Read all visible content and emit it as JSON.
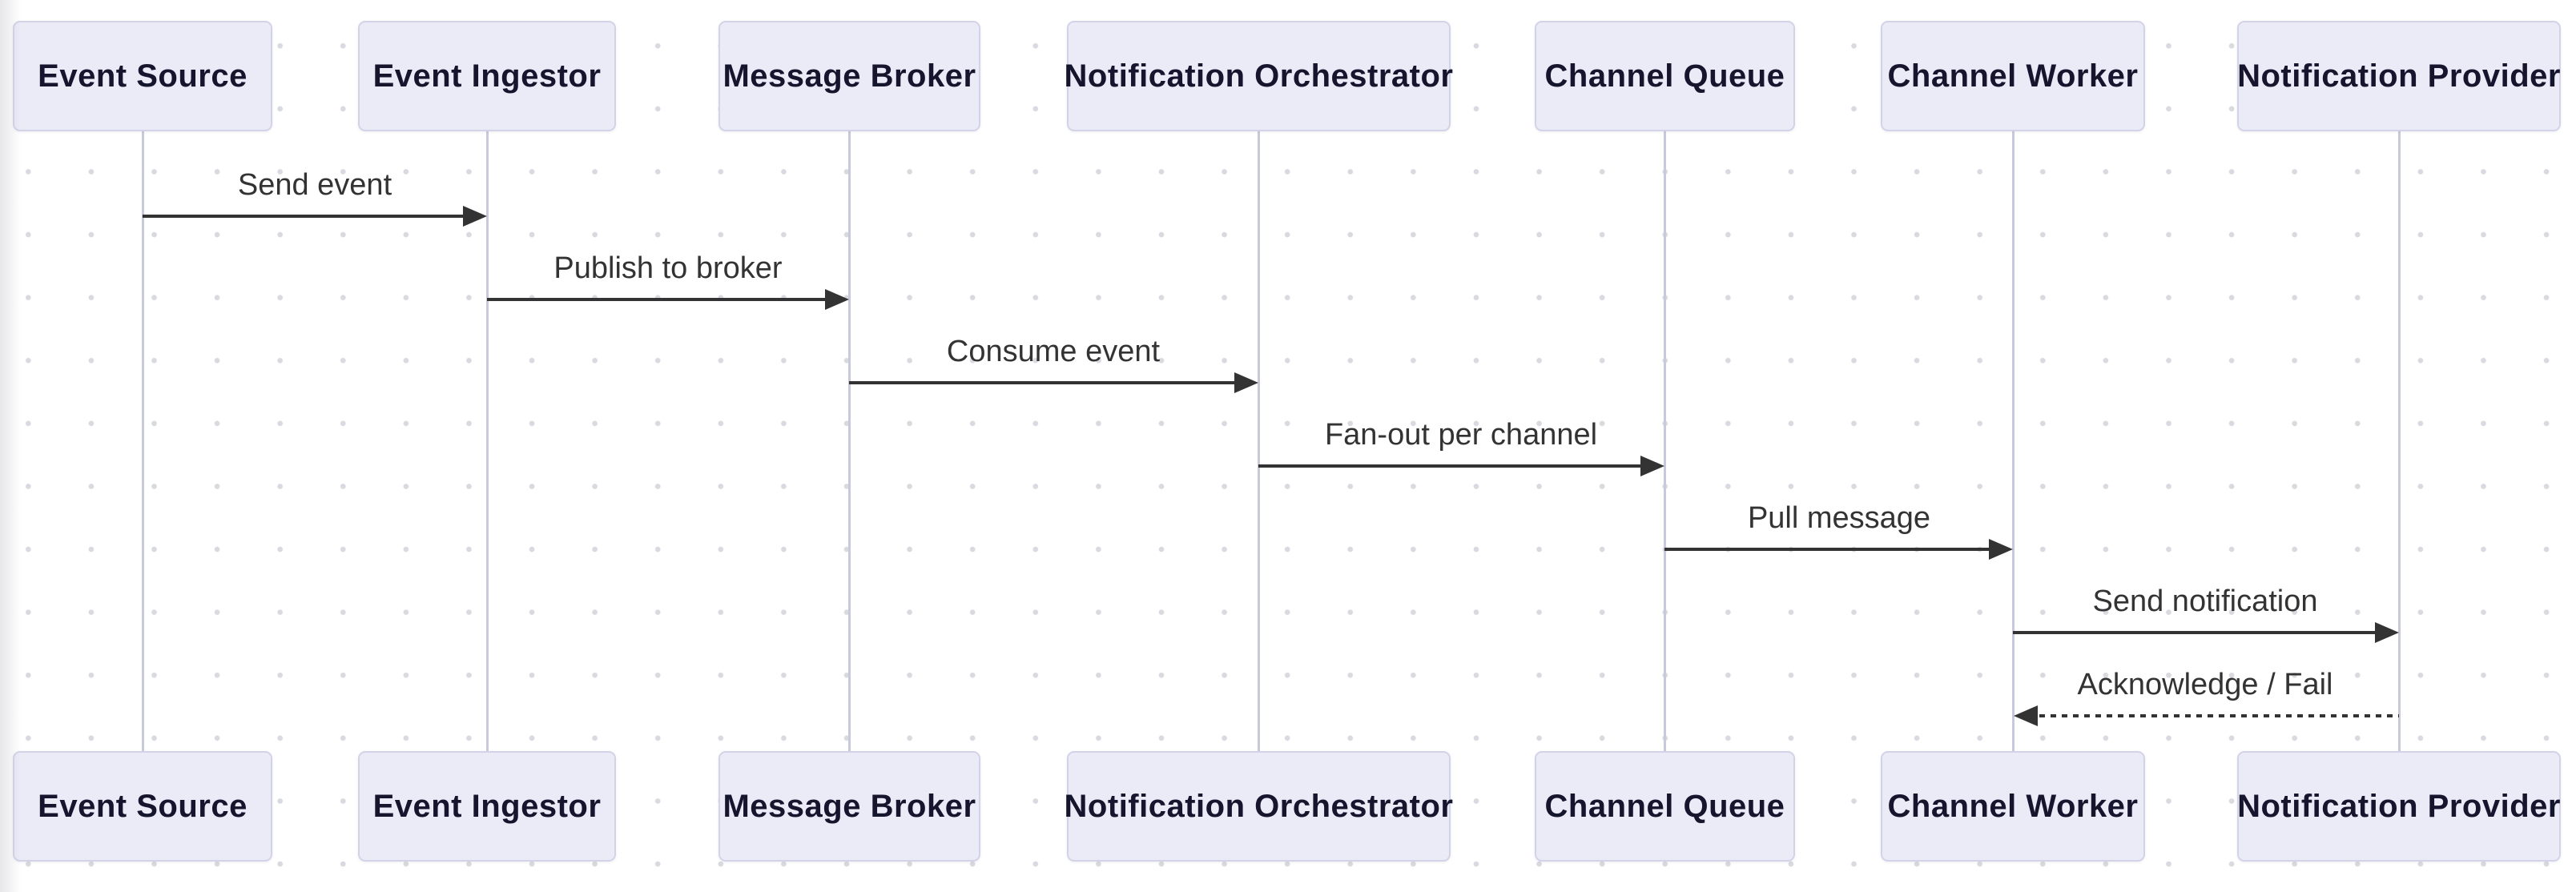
{
  "diagram": {
    "type": "sequence-diagram",
    "actors": [
      {
        "id": "event-source",
        "label": "Event Source"
      },
      {
        "id": "event-ingestor",
        "label": "Event Ingestor"
      },
      {
        "id": "message-broker",
        "label": "Message Broker"
      },
      {
        "id": "notification-orchestrator",
        "label": "Notification Orchestrator"
      },
      {
        "id": "channel-queue",
        "label": "Channel Queue"
      },
      {
        "id": "channel-worker",
        "label": "Channel Worker"
      },
      {
        "id": "notification-provider",
        "label": "Notification Provider"
      }
    ],
    "messages": [
      {
        "from": "Event Source",
        "to": "Event Ingestor",
        "label": "Send event",
        "line": "solid",
        "direction": "right"
      },
      {
        "from": "Event Ingestor",
        "to": "Message Broker",
        "label": "Publish to broker",
        "line": "solid",
        "direction": "right"
      },
      {
        "from": "Message Broker",
        "to": "Notification Orchestrator",
        "label": "Consume event",
        "line": "solid",
        "direction": "right"
      },
      {
        "from": "Notification Orchestrator",
        "to": "Channel Queue",
        "label": "Fan-out per channel",
        "line": "solid",
        "direction": "right"
      },
      {
        "from": "Channel Queue",
        "to": "Channel Worker",
        "label": "Pull message",
        "line": "solid",
        "direction": "right"
      },
      {
        "from": "Channel Worker",
        "to": "Notification Provider",
        "label": "Send notification",
        "line": "solid",
        "direction": "right"
      },
      {
        "from": "Notification Provider",
        "to": "Channel Worker",
        "label": "Acknowledge / Fail",
        "line": "dotted",
        "direction": "left"
      }
    ],
    "colors": {
      "background": "#ffffff",
      "grid_dot": "#d9d9e0",
      "actor_fill": "#ebebf8",
      "actor_border": "#d3d3e7",
      "actor_text": "#15152e",
      "lifeline": "#c9c9dc",
      "arrow": "#333333",
      "message_text": "#333333"
    }
  }
}
